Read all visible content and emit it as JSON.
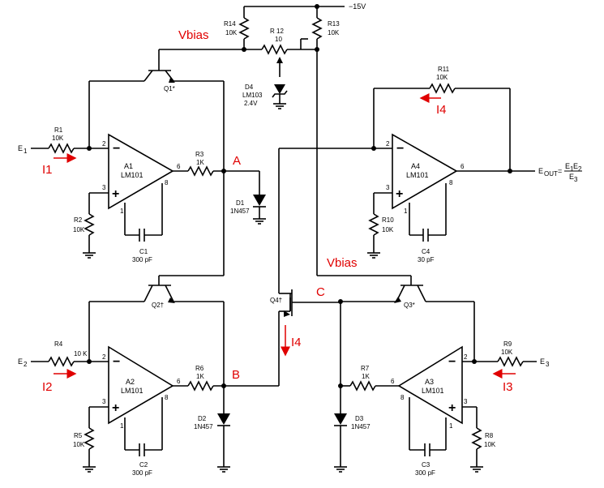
{
  "supply": "−15V",
  "opamps": [
    {
      "id": "A1",
      "part": "LM101",
      "cap_name": "C1",
      "cap_value": "300 pF"
    },
    {
      "id": "A2",
      "part": "LM101",
      "cap_name": "C2",
      "cap_value": "300 pF"
    },
    {
      "id": "A3",
      "part": "LM101",
      "cap_name": "C3",
      "cap_value": "300 pF"
    },
    {
      "id": "A4",
      "part": "LM101",
      "cap_name": "C4",
      "cap_value": "30 pF"
    }
  ],
  "resistors": {
    "R1": {
      "name": "R1",
      "value": "10K"
    },
    "R2": {
      "name": "R2",
      "value": "10K"
    },
    "R3": {
      "name": "R3",
      "value": "1K"
    },
    "R4": {
      "name": "R4",
      "value": "10 K"
    },
    "R5": {
      "name": "R5",
      "value": "10K"
    },
    "R6": {
      "name": "R6",
      "value": "1K"
    },
    "R7": {
      "name": "R7",
      "value": "1K"
    },
    "R8": {
      "name": "R8",
      "value": "10K"
    },
    "R9": {
      "name": "R9",
      "value": "10K"
    },
    "R10": {
      "name": "R10",
      "value": "10K"
    },
    "R11": {
      "name": "R11",
      "value": "10K"
    },
    "R12": {
      "name": "R 12",
      "value": "10"
    },
    "R13": {
      "name": "R13",
      "value": "10K"
    },
    "R14": {
      "name": "R14",
      "value": "10K"
    }
  },
  "diodes": {
    "D1": {
      "name": "D1",
      "part": "1N457"
    },
    "D2": {
      "name": "D2",
      "part": "1N457"
    },
    "D3": {
      "name": "D3",
      "part": "1N457"
    },
    "D4": {
      "name": "D4",
      "part": "LM103",
      "voltage": "2.4V"
    }
  },
  "transistors": {
    "Q1": "Q1*",
    "Q2": "Q2†",
    "Q3": "Q3*",
    "Q4": "Q4†"
  },
  "inputs": {
    "E1": "E",
    "E1_sub": "1",
    "E2": "E",
    "E2_sub": "2",
    "E3": "E",
    "E3_sub": "3"
  },
  "output": {
    "label": "E",
    "sub": "OUT",
    "eq": "=",
    "num": "E",
    "num1": "1",
    "num2": "E",
    "num3": "2",
    "den": "E",
    "den_sub": "3"
  },
  "annotations": {
    "vbias1": "Vbias",
    "vbias2": "Vbias",
    "A": "A",
    "B": "B",
    "C": "C",
    "I1": "I1",
    "I2": "I2",
    "I3": "I3",
    "I4a": "I4",
    "I4b": "I4"
  },
  "pins": {
    "p1": "1",
    "p2": "2",
    "p3": "3",
    "p6": "6",
    "p8": "8"
  }
}
